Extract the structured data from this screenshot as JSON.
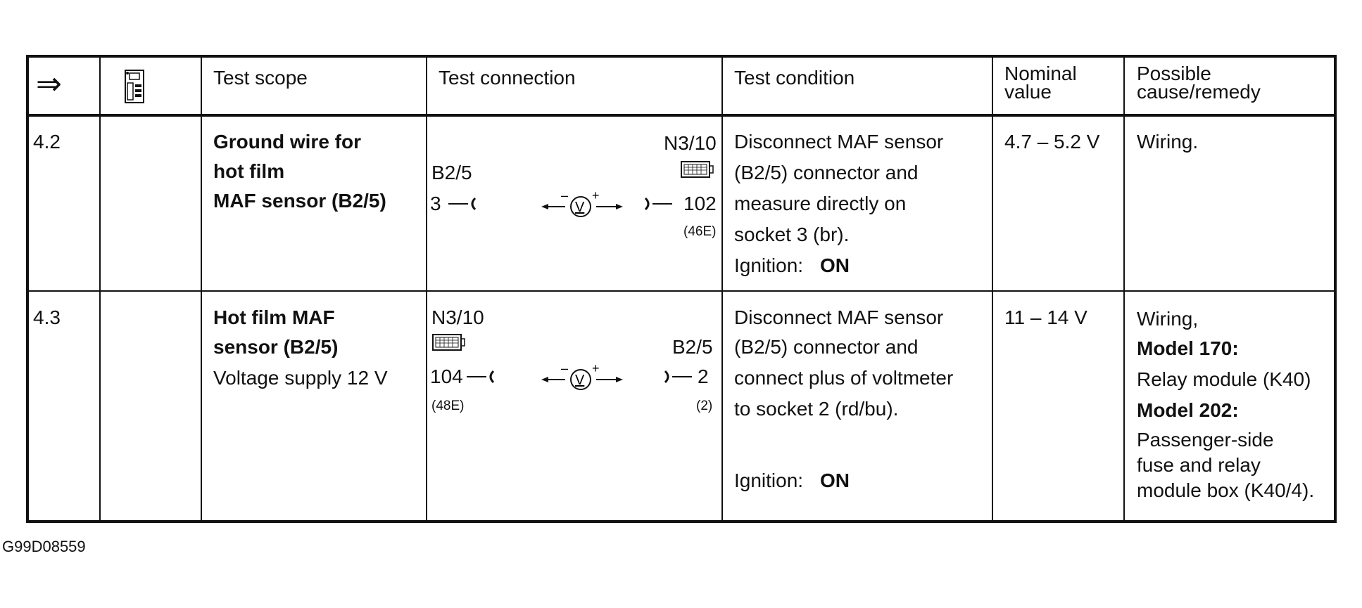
{
  "header": {
    "arrow": "⇒",
    "test_scope": "Test scope",
    "test_connection": "Test connection",
    "test_condition": "Test condition",
    "nominal_line1": "Nominal",
    "nominal_line2": "value",
    "cause_line1": "Possible",
    "cause_line2": "cause/remedy"
  },
  "rows": [
    {
      "step": "4.2",
      "scope_lines": [
        "Ground wire for",
        "hot film",
        "MAF sensor (B2/5)"
      ],
      "connection": {
        "left_component": "B2/5",
        "left_pin": "3",
        "right_component": "N3/10",
        "right_pin": "102",
        "right_socket": "(46E)"
      },
      "condition_lines": [
        "Disconnect MAF sensor",
        "(B2/5) connector and",
        "measure directly on",
        "socket 3 (br)."
      ],
      "ignition_label": "Ignition:",
      "ignition_value": "ON",
      "nominal": "4.7 – 5.2 V",
      "cause": "Wiring."
    },
    {
      "step": "4.3",
      "scope_lines": [
        "Hot film MAF",
        "sensor (B2/5)"
      ],
      "scope_note": "Voltage supply 12 V",
      "connection": {
        "left_component": "N3/10",
        "left_pin": "104",
        "left_socket": "(48E)",
        "right_component": "B2/5",
        "right_pin": "2",
        "right_socket": "(2)"
      },
      "condition_lines": [
        "Disconnect MAF sensor",
        "(B2/5) connector and",
        "connect plus of voltmeter",
        "to socket 2 (rd/bu)."
      ],
      "ignition_label": "Ignition:",
      "ignition_value": "ON",
      "nominal": "11 – 14 V",
      "cause_lines": [
        "Wiring,",
        "Model 170:",
        "Relay module (K40)",
        "Model 202:",
        "Passenger-side",
        "fuse and relay",
        "module box (K40/4)."
      ]
    }
  ],
  "meter": {
    "minus": "–",
    "symbol": "V",
    "plus": "+"
  },
  "figure_code": "G99D08559"
}
